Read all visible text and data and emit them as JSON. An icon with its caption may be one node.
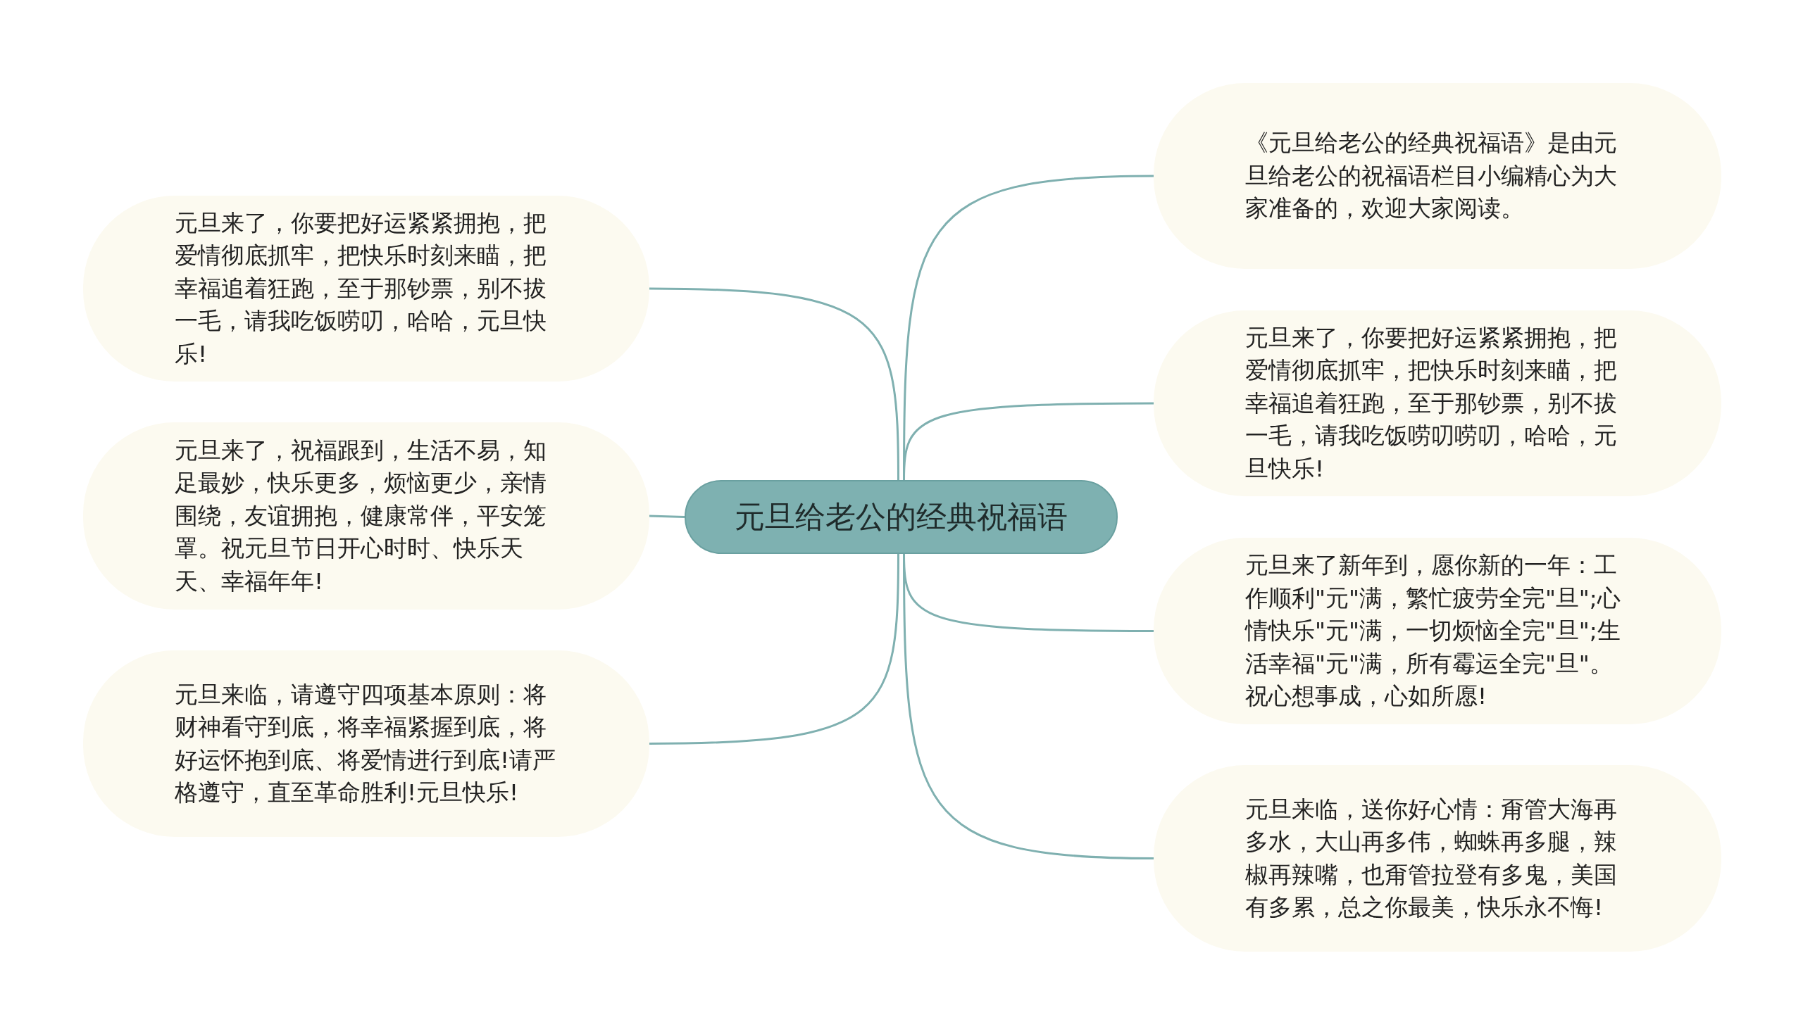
{
  "diagram": {
    "nodes": [
      {
        "text": [
          "元旦给老公的经典祝福语"
        ]
      },
      {
        "text": [
          "元旦来了，你要把好运紧紧拥抱，把爱情彻底抓牢，把快乐时刻来瞄，把幸福追着狂跑，至于那钞票，别不拔一毛，请我吃饭唠叨，哈哈，元旦快乐!"
        ]
      },
      {
        "text": [
          "元旦来了，祝福跟到，生活不易，知足最妙，快乐更多，烦恼更少，亲情围绕，友谊拥抱，健康常伴，平安笼罩。祝元旦节日开心时时、快乐天天、幸福年年!"
        ]
      },
      {
        "text": [
          "元旦来临，请遵守四项基本原则：将财神看守到底，将幸福紧握到底，将好运怀抱到底、将爱情进行到底!请严格遵守，直至革命胜利!元旦快乐!"
        ]
      },
      {
        "text": [
          "《元旦给老公的经典祝福语》是由元旦给老公的祝福语栏目小编精心为大家准备的，欢迎大家阅读。"
        ]
      },
      {
        "text": [
          "元旦来了，你要把好运紧紧拥抱，把爱情彻底抓牢，把快乐时刻来瞄，把幸福追着狂跑，至于那钞票，别不拔一毛，请我吃饭唠叨唠叨，哈哈，元旦快乐!"
        ]
      },
      {
        "text": [
          "元旦来了新年到，愿你新的一年：工作顺利\"元\"满，繁忙疲劳全完\"旦\";心情快乐\"元\"满，一切烦恼全完\"旦\";生活幸福\"元\"满，所有霉运全完\"旦\"。祝心想事成，心如所愿!"
        ]
      },
      {
        "text": [
          "元旦来临，送你好心情：甭管大海再多水，大山再多伟，蜘蛛再多腿，辣椒再辣嘴，也甭管拉登有多鬼，美国有多累，总之你最美，快乐永不悔!"
        ]
      }
    ],
    "edges": [
      {
        "from": 0,
        "to": 1,
        "arrow": "none"
      },
      {
        "from": 0,
        "to": 2,
        "arrow": "none"
      },
      {
        "from": 0,
        "to": 3,
        "arrow": "none"
      },
      {
        "from": 0,
        "to": 4,
        "arrow": "none"
      },
      {
        "from": 0,
        "to": 5,
        "arrow": "none"
      },
      {
        "from": 0,
        "to": 6,
        "arrow": "none"
      },
      {
        "from": 0,
        "to": 7,
        "arrow": "none"
      }
    ]
  }
}
